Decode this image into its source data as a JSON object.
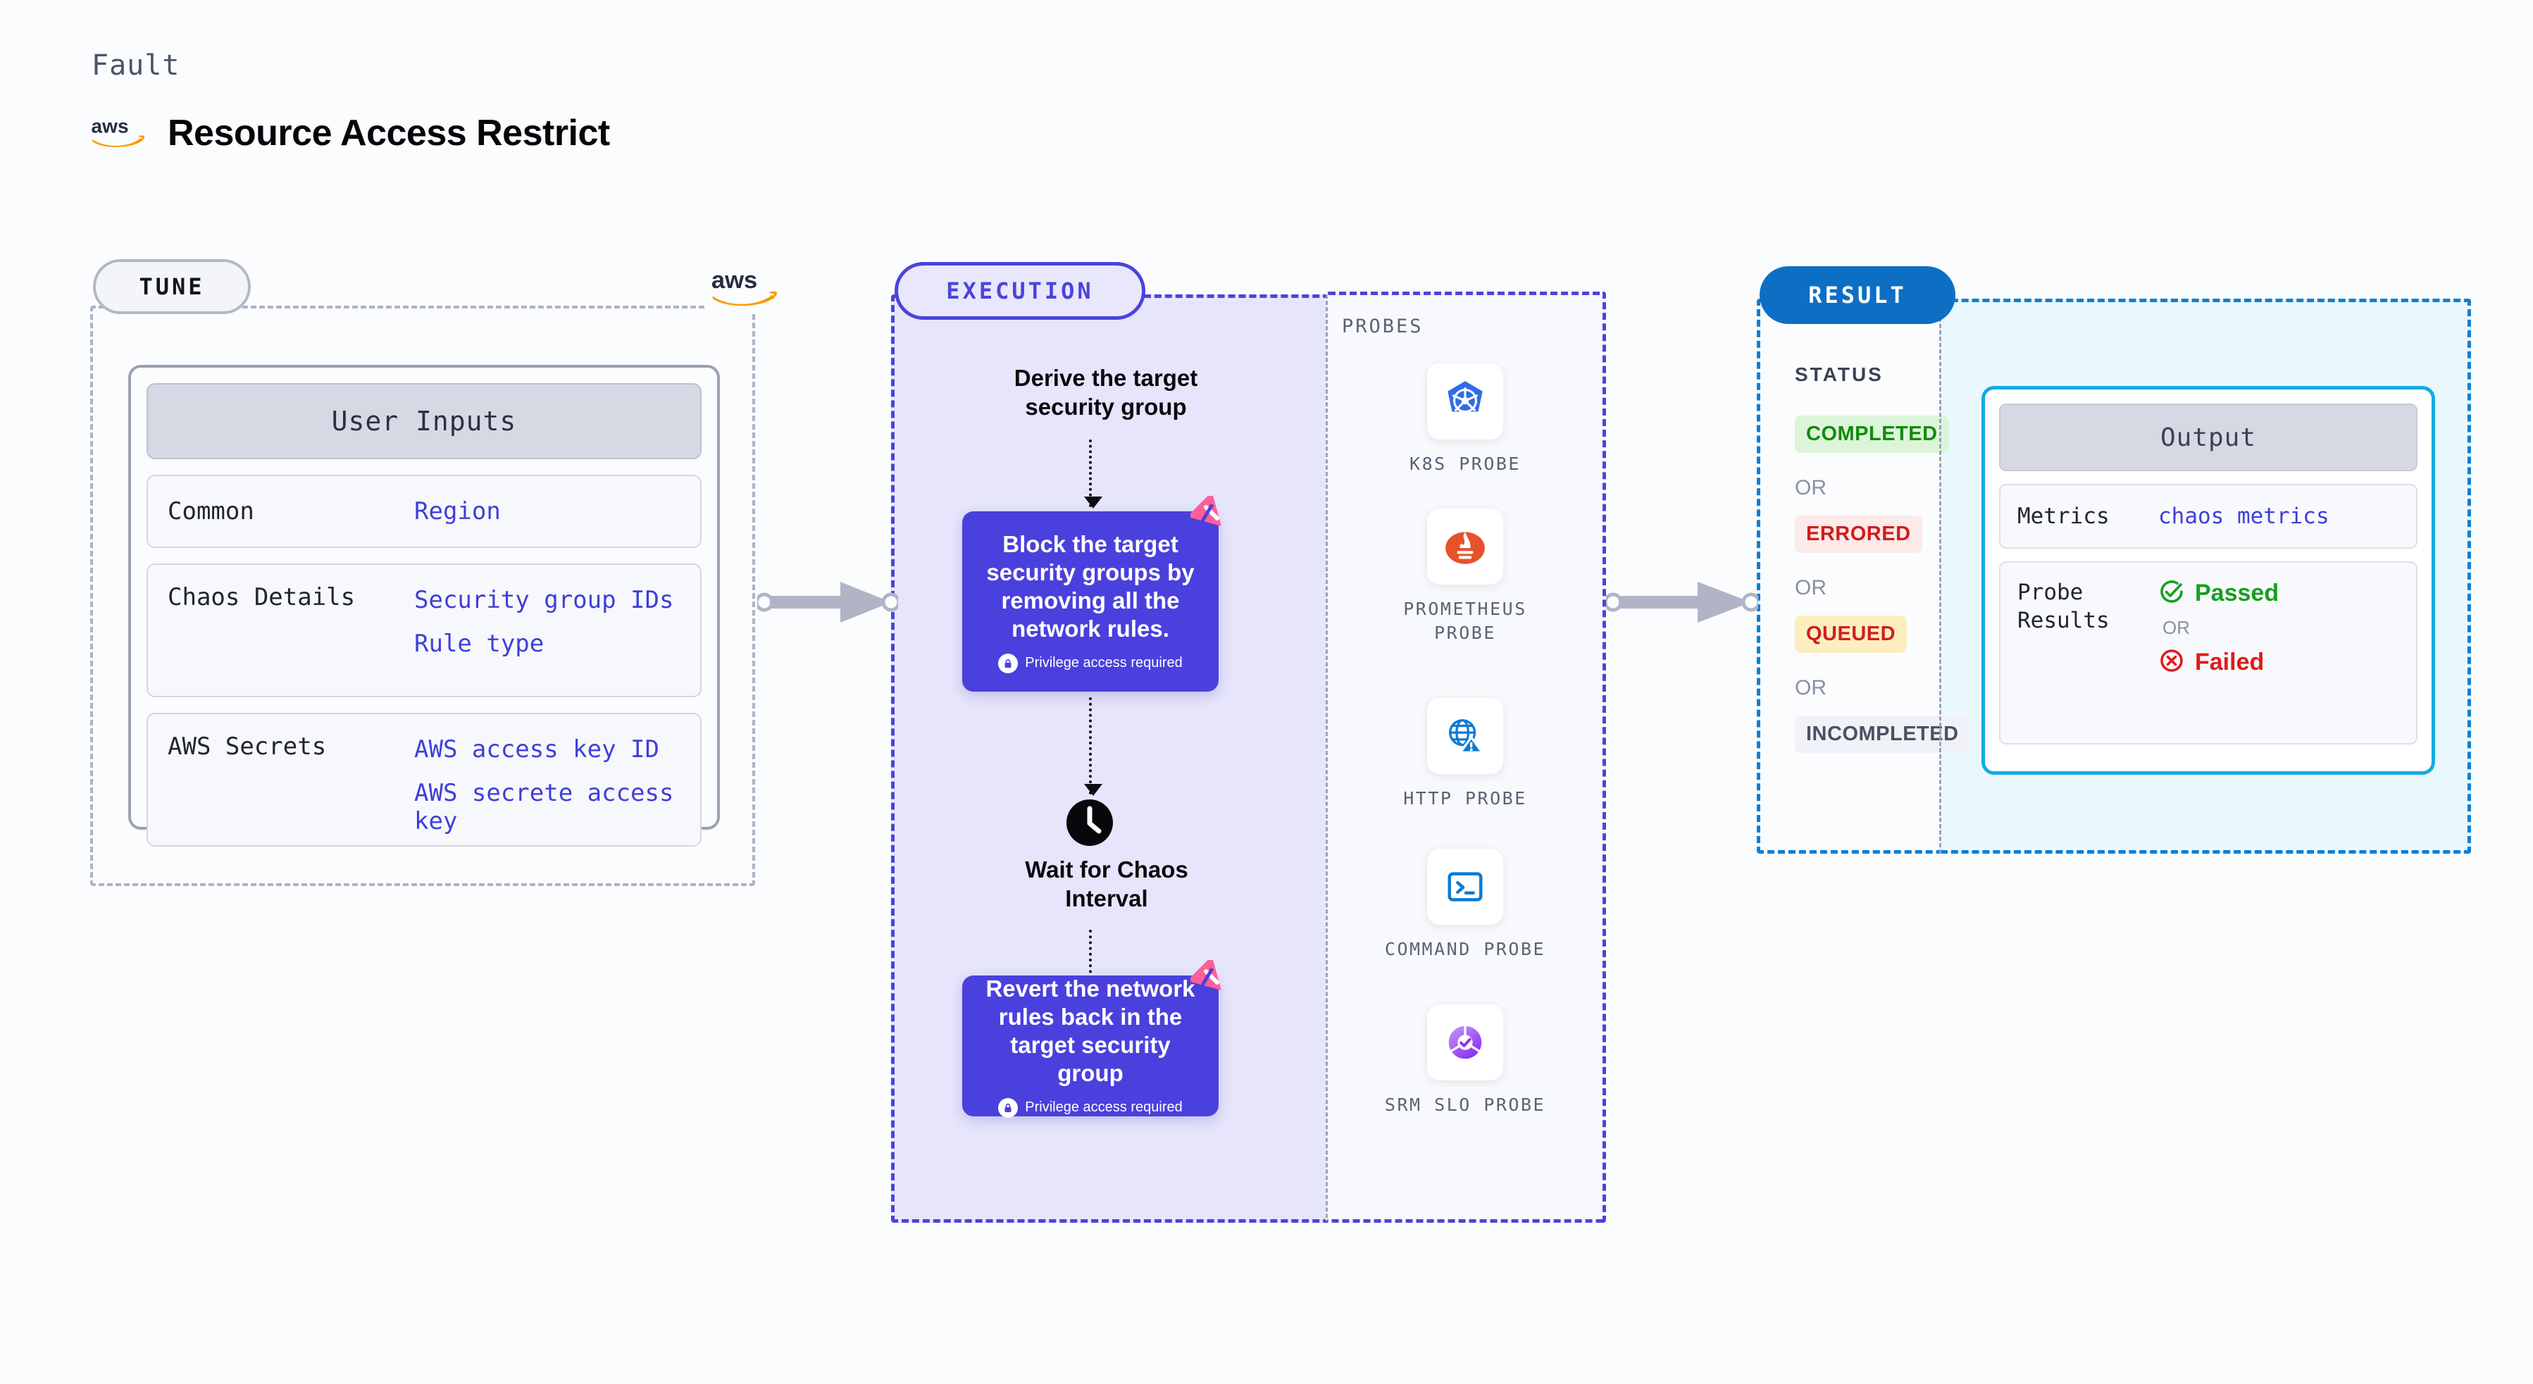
{
  "header": {
    "kicker": "Fault",
    "title": "Resource Access Restrict",
    "logo_icon": "aws-logo"
  },
  "tune": {
    "pill_label": "TUNE",
    "corner_logo_icon": "aws-logo",
    "inputs_header": "User Inputs",
    "rows": [
      {
        "key": "Common",
        "values": [
          "Region"
        ]
      },
      {
        "key": "Chaos Details",
        "values": [
          "Security group IDs",
          "Rule type"
        ]
      },
      {
        "key": "AWS Secrets",
        "values": [
          "AWS access key ID",
          "AWS secrete access key"
        ]
      }
    ]
  },
  "execution": {
    "pill_label": "EXECUTION",
    "steps": [
      {
        "type": "text",
        "label": "Derive the target security group"
      },
      {
        "type": "action",
        "label": "Block the target security groups by removing all the network rules.",
        "note": "Privilege access required",
        "note_icon": "lock-icon",
        "corner_icon": "harness-logo-icon"
      },
      {
        "type": "wait",
        "label": "Wait for Chaos Interval",
        "icon": "clock-icon"
      },
      {
        "type": "action",
        "label": "Revert the network rules back in the target security group",
        "note": "Privilege access required",
        "note_icon": "lock-icon",
        "corner_icon": "harness-logo-icon"
      }
    ]
  },
  "probes": {
    "title": "PROBES",
    "items": [
      {
        "label": "K8S PROBE",
        "icon": "kubernetes-icon"
      },
      {
        "label": "PROMETHEUS PROBE",
        "icon": "prometheus-icon"
      },
      {
        "label": "HTTP PROBE",
        "icon": "http-globe-warning-icon"
      },
      {
        "label": "COMMAND PROBE",
        "icon": "terminal-icon"
      },
      {
        "label": "SRM SLO PROBE",
        "icon": "srm-slo-icon"
      }
    ]
  },
  "result": {
    "pill_label": "RESULT",
    "status_title": "STATUS",
    "or_label": "OR",
    "statuses": [
      {
        "label": "COMPLETED",
        "bg": "#dcf5da",
        "fg": "#15890f"
      },
      {
        "label": "ERRORED",
        "bg": "#fdeaea",
        "fg": "#d21b1b"
      },
      {
        "label": "QUEUED",
        "bg": "#fdeec0",
        "fg": "#cf2020"
      },
      {
        "label": "INCOMPLETED",
        "bg": "#f1f2f7",
        "fg": "#4a5162"
      }
    ],
    "output": {
      "header": "Output",
      "metrics_key": "Metrics",
      "metrics_value": "chaos metrics",
      "probe_key": "Probe Results",
      "passed_label": "Passed",
      "failed_label": "Failed",
      "or_label": "OR",
      "passed_icon": "check-circle-icon",
      "failed_icon": "x-circle-icon"
    }
  },
  "connectors": [
    {
      "name": "tune-to-execution"
    },
    {
      "name": "execution-to-result"
    }
  ],
  "colors": {
    "accent_purple": "#4a44dd",
    "accent_blue": "#0d6fc4",
    "accent_cyan": "#12aae6",
    "link_blue": "#3f3fd8",
    "aws_orange": "#ff9900",
    "harness_pink": "#ff5f96"
  }
}
